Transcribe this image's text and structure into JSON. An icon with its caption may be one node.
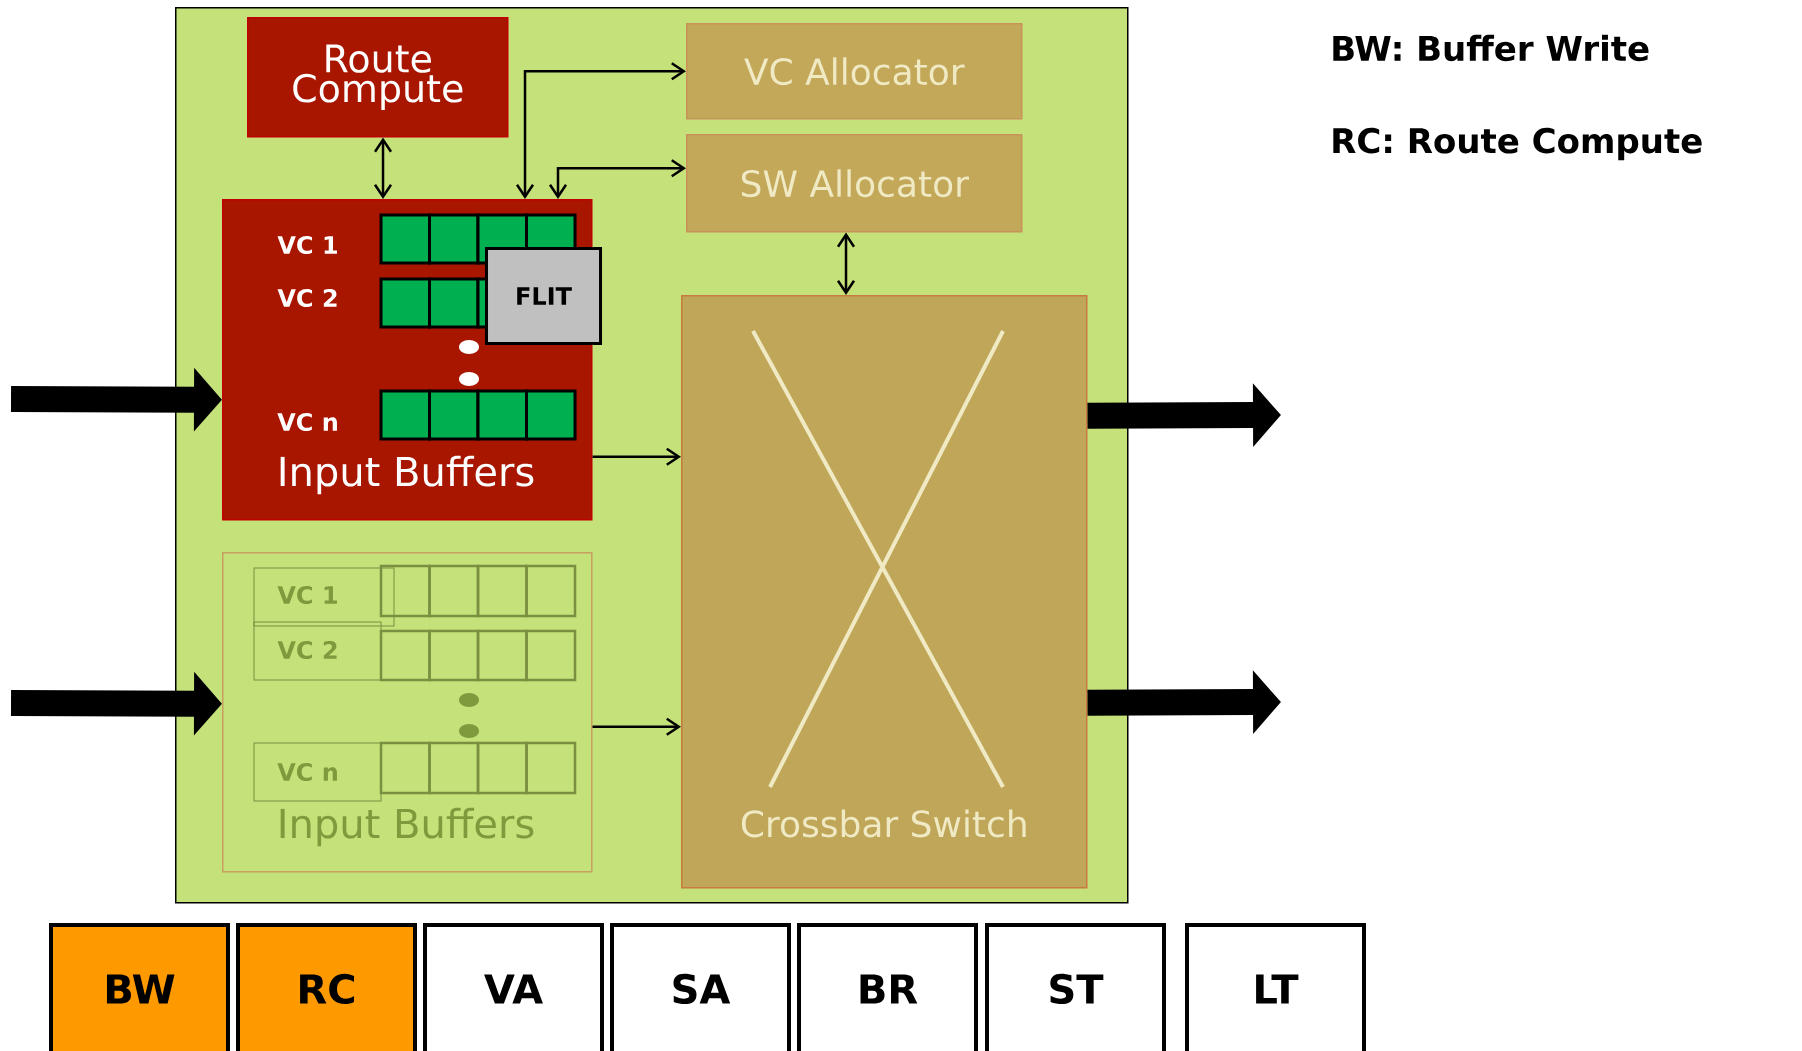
{
  "diagram": {
    "nodes": [
      {
        "text": [],
        "shape": "box"
      },
      {
        "text": [
          "Route Compute"
        ],
        "in": 0
      },
      {
        "text": [
          "VC 1",
          "VC 2",
          "VC n",
          "Input Buffers"
        ],
        "in": 0
      },
      {
        "text": [
          "FLIT"
        ],
        "in": 2
      },
      {
        "text": [
          "VC Allocator"
        ],
        "in": 0
      },
      {
        "text": [
          "SW Allocator"
        ],
        "in": 0
      },
      {
        "text": [
          "Crossbar Switch"
        ],
        "in": 0
      },
      {
        "text": [
          "VC 1",
          "VC 2",
          "VC n",
          "Input Buffers"
        ],
        "in": 0
      },
      {
        "text": [
          "BW"
        ]
      },
      {
        "text": [
          "RC"
        ]
      },
      {
        "text": [
          "VA"
        ]
      },
      {
        "text": [
          "SA"
        ]
      },
      {
        "text": [
          "BR"
        ]
      },
      {
        "text": [
          "ST"
        ]
      },
      {
        "text": [
          "LT"
        ]
      }
    ],
    "edges": [
      {
        "from": null,
        "to": 2,
        "arrow": "to",
        "style": "thick"
      },
      {
        "from": null,
        "to": 7,
        "arrow": "to",
        "style": "thick"
      },
      {
        "from": 6,
        "to": null,
        "arrow": "to",
        "style": "thick"
      },
      {
        "from": 6,
        "to": null,
        "arrow": "to",
        "style": "thick"
      },
      {
        "from": 1,
        "to": 2,
        "arrow": "both"
      },
      {
        "from": 2,
        "to": 4,
        "arrow": "both"
      },
      {
        "from": 2,
        "to": 5,
        "arrow": "both"
      },
      {
        "from": 5,
        "to": 6,
        "arrow": "both"
      },
      {
        "from": 2,
        "to": 6,
        "arrow": "to"
      },
      {
        "from": 7,
        "to": 6,
        "arrow": "to"
      }
    ],
    "labels": [
      "BW: Buffer Write",
      "RC: Route Compute"
    ]
  }
}
